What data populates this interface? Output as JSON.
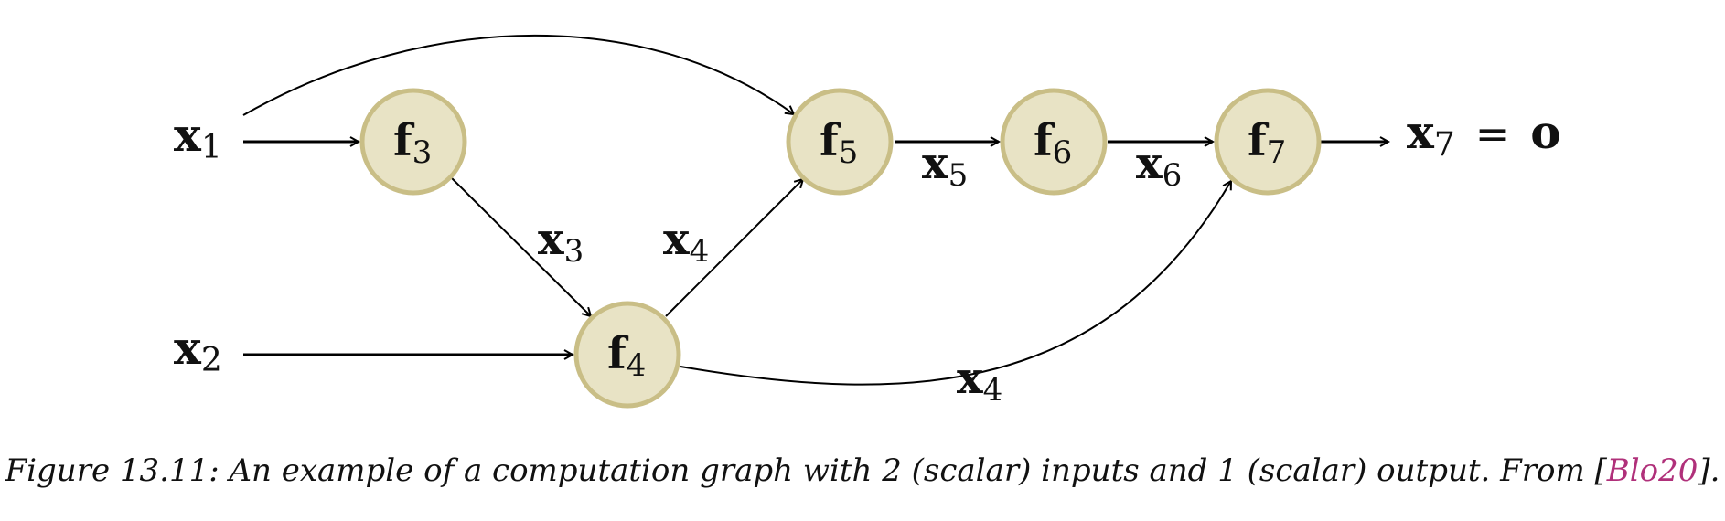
{
  "nodes": [
    {
      "id": "f3",
      "base": "f",
      "sub": "3"
    },
    {
      "id": "f4",
      "base": "f",
      "sub": "4"
    },
    {
      "id": "f5",
      "base": "f",
      "sub": "5"
    },
    {
      "id": "f6",
      "base": "f",
      "sub": "6"
    },
    {
      "id": "f7",
      "base": "f",
      "sub": "7"
    }
  ],
  "inputs": [
    {
      "id": "x1",
      "base": "x",
      "sub": "1",
      "color": "#2e7d32"
    },
    {
      "id": "x2",
      "base": "x",
      "sub": "2",
      "color": "#2e7d32"
    }
  ],
  "edge_labels": [
    {
      "id": "x3",
      "base": "x",
      "sub": "3"
    },
    {
      "id": "x4a",
      "base": "x",
      "sub": "4"
    },
    {
      "id": "x5",
      "base": "x",
      "sub": "5"
    },
    {
      "id": "x6",
      "base": "x",
      "sub": "6"
    },
    {
      "id": "x4b",
      "base": "x",
      "sub": "4"
    }
  ],
  "output": {
    "base": "x",
    "sub": "7",
    "equals": "=",
    "value": "o",
    "value_color": "#d9533b"
  },
  "colors": {
    "node_fill": "#e8e3c5",
    "node_stroke": "#c9be86"
  },
  "caption": {
    "prefix": "Figure 13.11: An example of a computation graph with 2 (scalar) inputs and 1 (scalar) output. From [",
    "citation": "Blo20",
    "suffix": "]."
  }
}
